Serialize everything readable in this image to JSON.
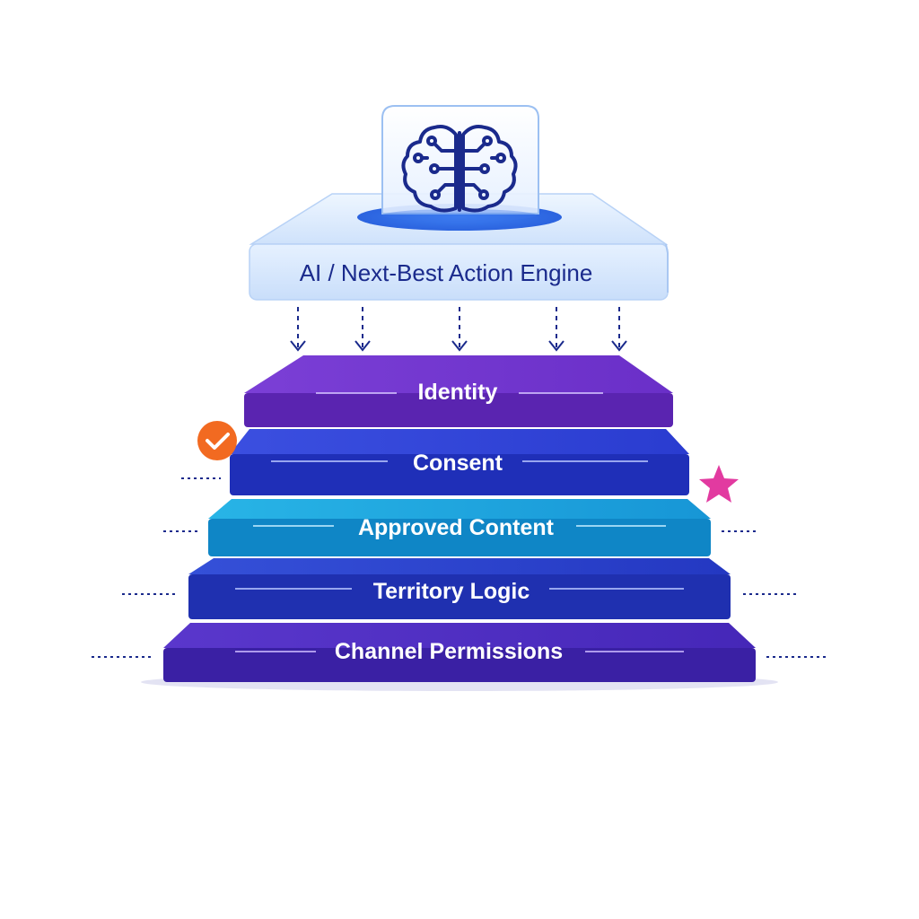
{
  "engine": {
    "label": "AI / Next-Best Action Engine",
    "icon": "brain-circuit-icon"
  },
  "layers": [
    {
      "label": "Identity",
      "color": "#6a2fc8"
    },
    {
      "label": "Consent",
      "color": "#2f3fd6"
    },
    {
      "label": "Approved Content",
      "color": "#1aa0dc"
    },
    {
      "label": "Territory Logic",
      "color": "#2a3ec8"
    },
    {
      "label": "Channel Permissions",
      "color": "#4f2ec0"
    }
  ],
  "badges": {
    "check_color": "#f26a21",
    "star_color": "#e23aa0",
    "check_icon": "check-circle-icon",
    "star_icon": "star-icon"
  },
  "accent_colors": {
    "connector": "#1a2a8c",
    "engine_panel": "#dcebff"
  }
}
